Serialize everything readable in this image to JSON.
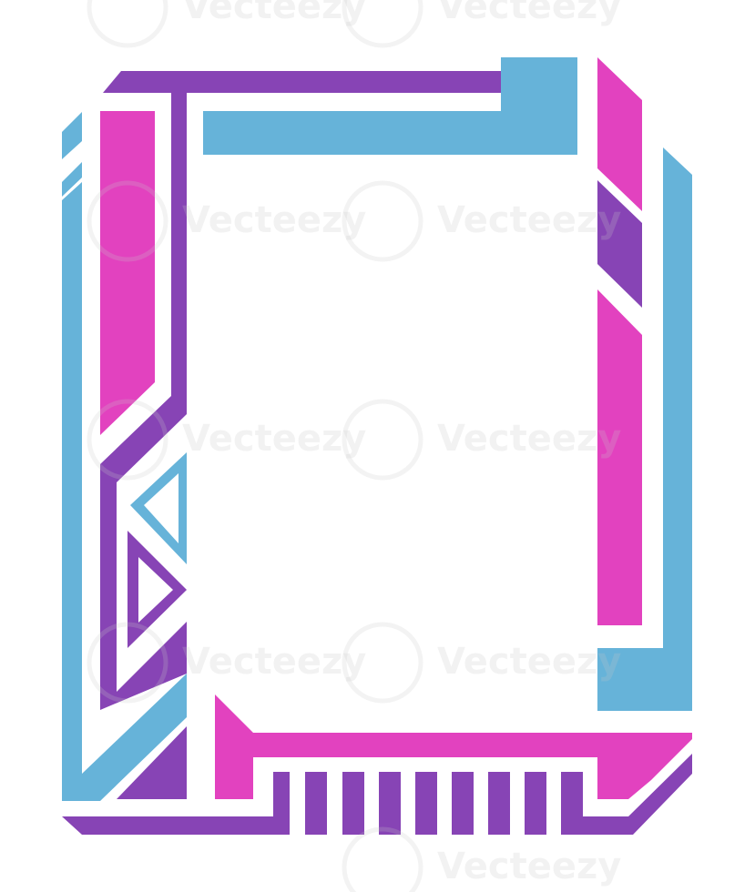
{
  "colors": {
    "blue": "#66b3d9",
    "pink": "#e242bf",
    "purple": "#8744b5",
    "background": "#ffffff"
  },
  "watermark": {
    "text": "Vecteezy",
    "logo": "vecteezy-v-logo"
  },
  "frame": {
    "style": "futuristic HUD frame",
    "center_panel": "empty"
  }
}
